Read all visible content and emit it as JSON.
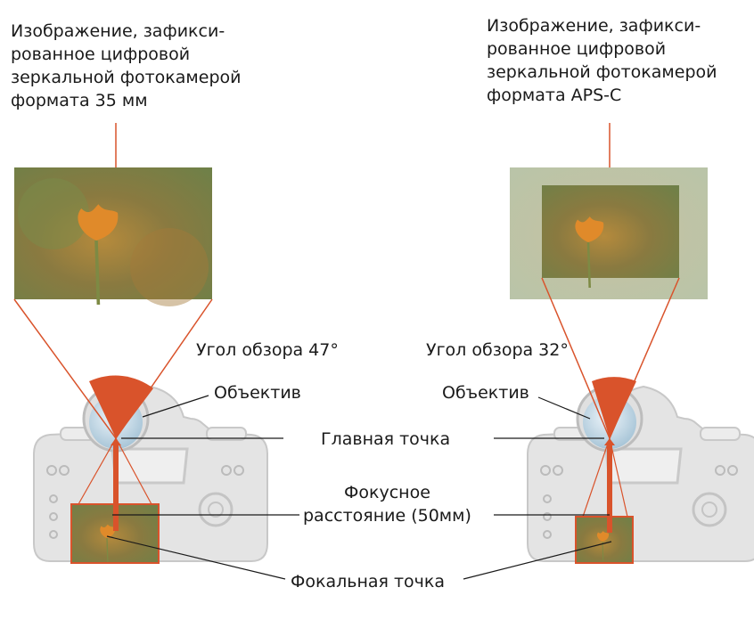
{
  "left": {
    "caption_lines": [
      "Изображение, зафикси-",
      "рованное цифровой",
      "зеркальной фотокамерой",
      "формата 35 мм"
    ],
    "angle_label": "Угол обзора 47°",
    "lens_label": "Объектив"
  },
  "right": {
    "caption_lines": [
      "Изображение, зафикси-",
      "рованное цифровой",
      "зеркальной фотокамерой",
      "формата APS-C"
    ],
    "angle_label": "Угол обзора 32°",
    "lens_label": "Объектив"
  },
  "center": {
    "principal_point": "Главная точка",
    "focal_length_line1": "Фокусное",
    "focal_length_line2": "расстояние (50мм)",
    "focal_point": "Фокальная точка"
  },
  "colors": {
    "accent": "#d9532b",
    "camera_body": "#e2e2e2",
    "lens_glass": "#c9dde9"
  }
}
